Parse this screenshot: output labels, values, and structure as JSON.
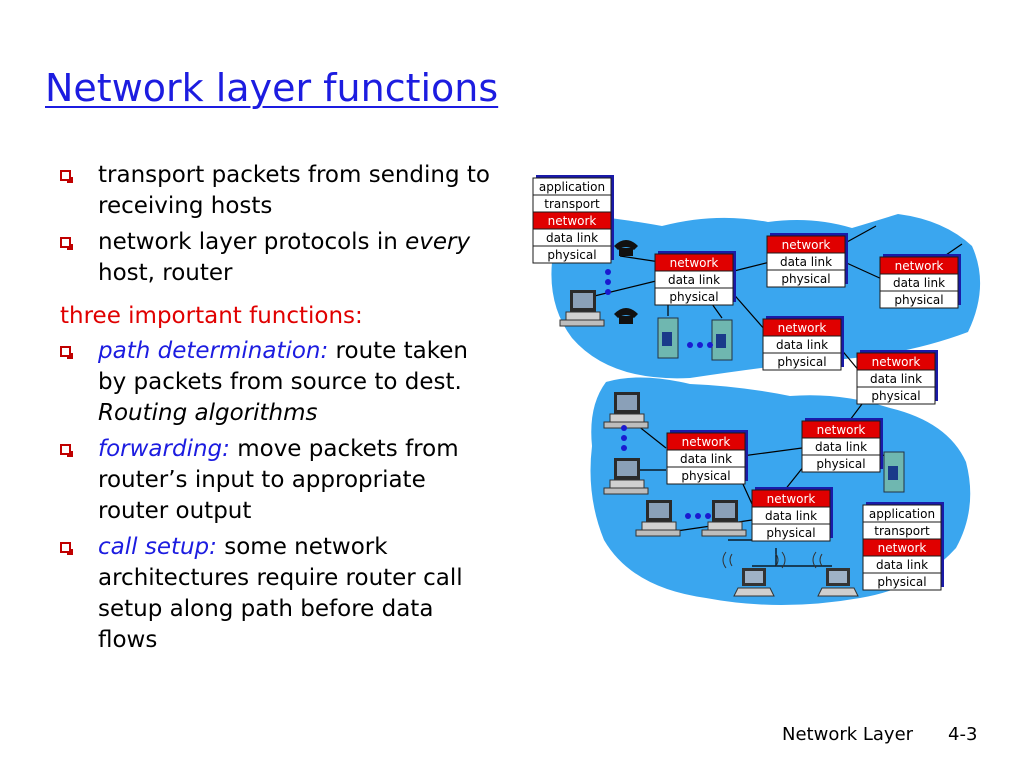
{
  "title": "Network layer functions",
  "bullets": {
    "b1": "transport packets from sending to receiving hosts",
    "b2_pre": "network layer protocols in ",
    "b2_em": "every",
    "b2_post": " host, router",
    "heading": "three important functions:",
    "b3_term": "path determination:",
    "b3_text": " route taken by packets from source to dest. ",
    "b3_em": "Routing algorithms",
    "b4_term": "forwarding:",
    "b4_text": " move packets from router’s input to appropriate router output",
    "b5_term": "call setup:",
    "b5_text": " some network architectures require router call setup along path before data flows"
  },
  "diagram": {
    "layers": {
      "application": "application",
      "transport": "transport",
      "network": "network",
      "data_link": "data link",
      "physical": "physical"
    },
    "colors": {
      "cloud": "#3aa6ef",
      "network_layer": "#e00000",
      "title": "#1c1ce0"
    }
  },
  "footer": {
    "chapter": "Network Layer",
    "page": "4-3"
  }
}
